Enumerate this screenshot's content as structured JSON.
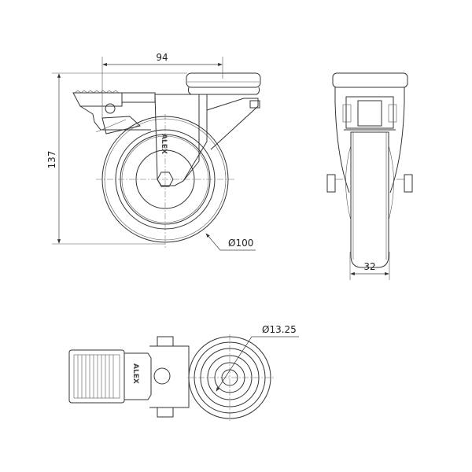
{
  "drawing": {
    "dimensions": {
      "bolt_spacing": "94",
      "overall_height": "137",
      "wheel_diameter": "Ø100",
      "wheel_width": "32",
      "bolt_hole_diameter": "Ø13.25"
    },
    "logos": {
      "side_view_logo": "ALEX",
      "top_view_logo": "ALEX"
    }
  }
}
